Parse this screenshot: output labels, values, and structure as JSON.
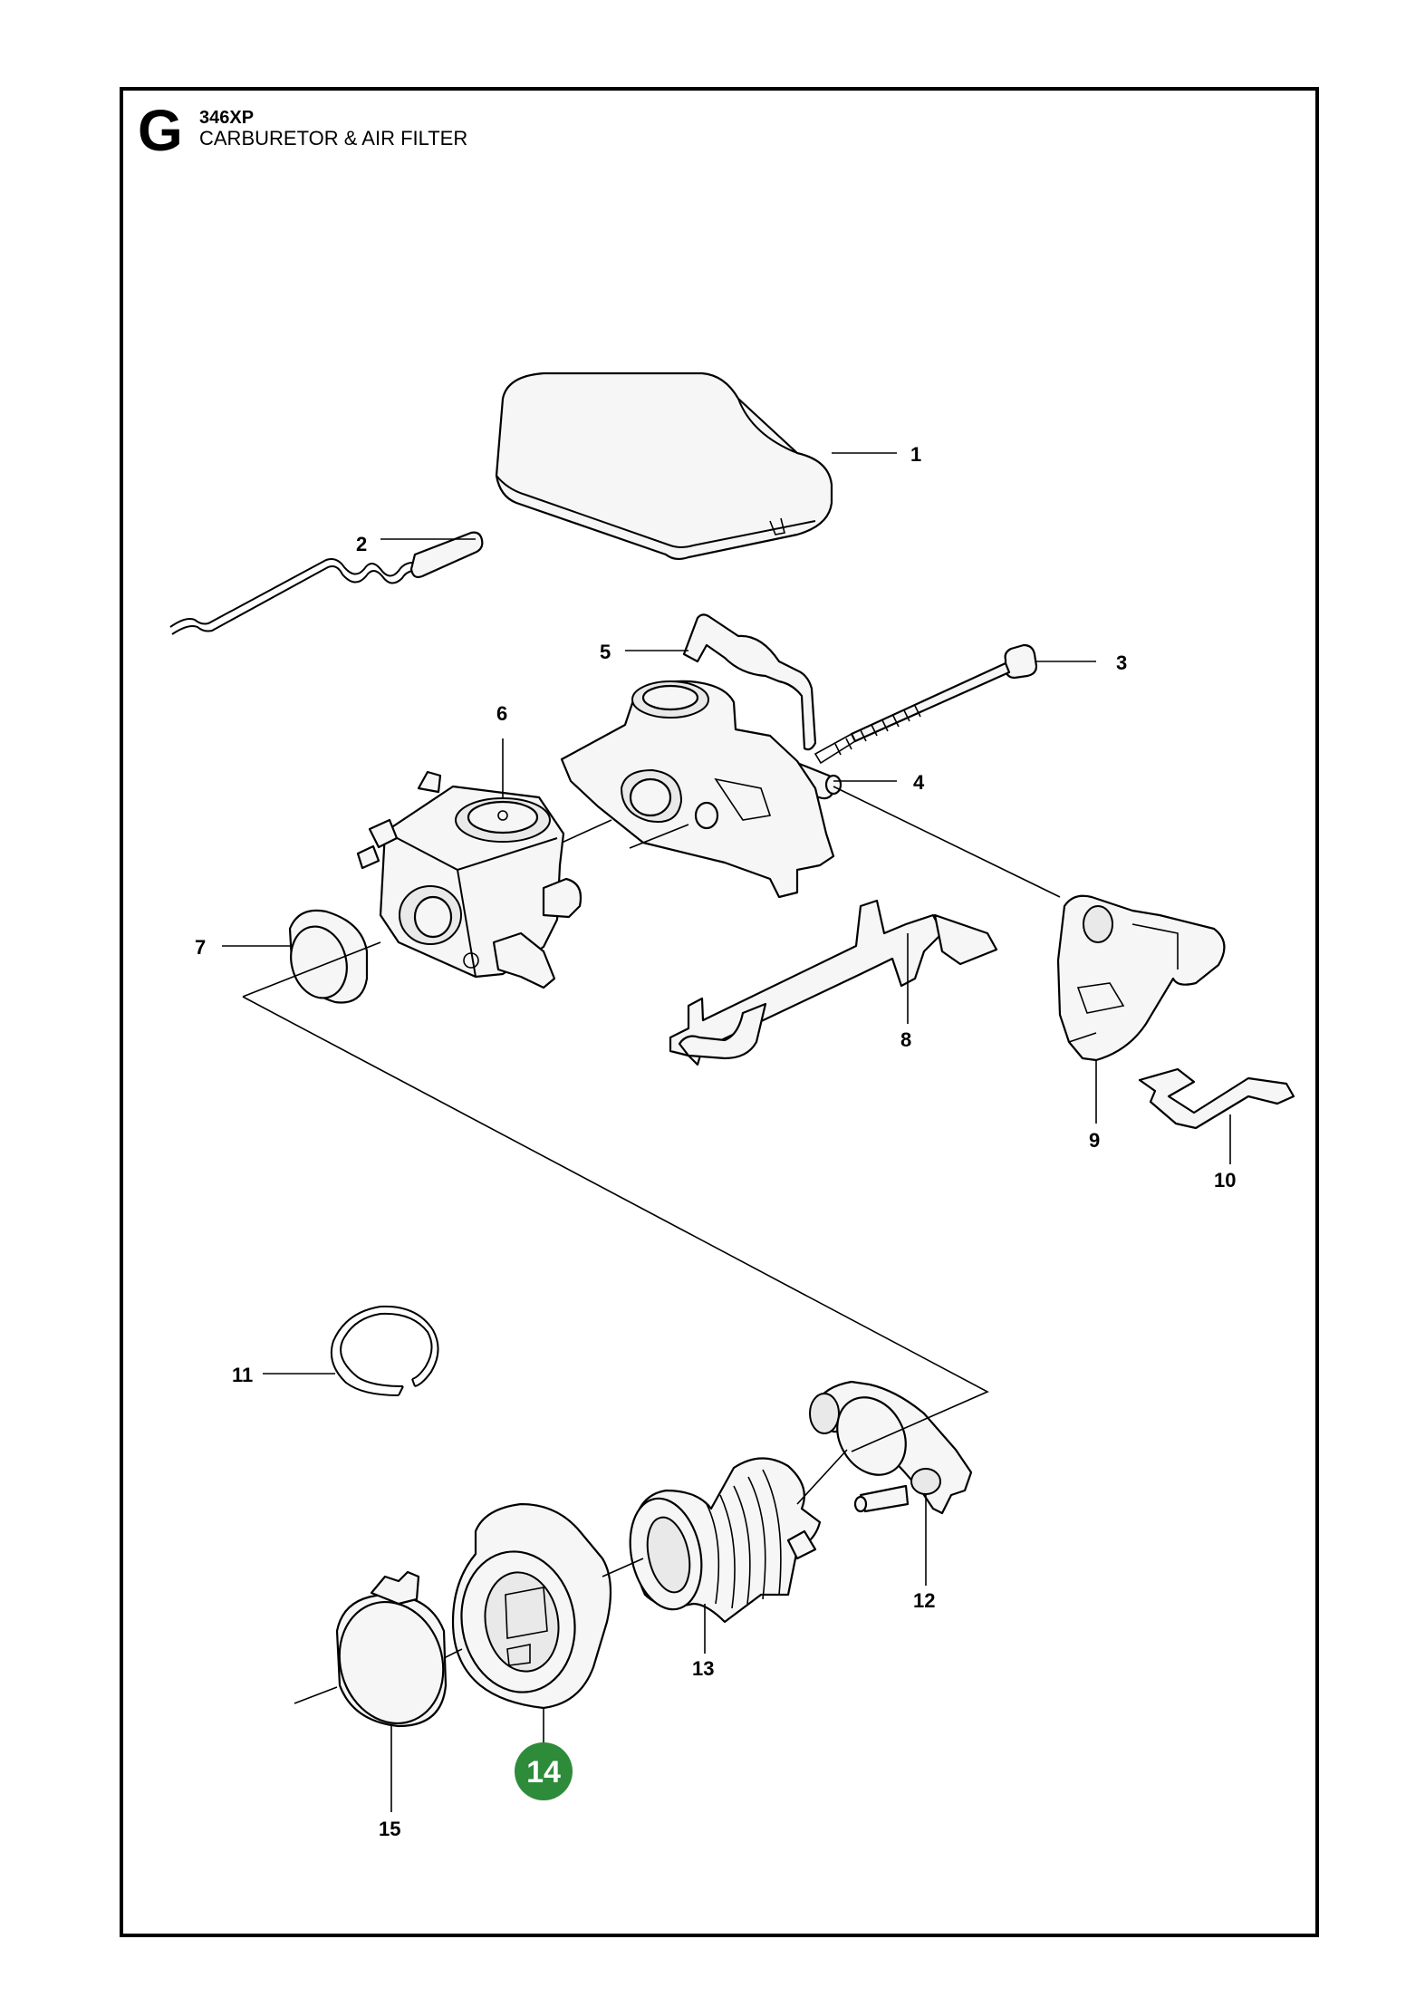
{
  "header": {
    "section_letter": "G",
    "model": "346XP",
    "title": "CARBURETOR & AIR FILTER"
  },
  "callouts": [
    {
      "id": "1",
      "label": "1"
    },
    {
      "id": "2",
      "label": "2"
    },
    {
      "id": "3",
      "label": "3"
    },
    {
      "id": "4",
      "label": "4"
    },
    {
      "id": "5",
      "label": "5"
    },
    {
      "id": "6",
      "label": "6"
    },
    {
      "id": "7",
      "label": "7"
    },
    {
      "id": "8",
      "label": "8"
    },
    {
      "id": "9",
      "label": "9"
    },
    {
      "id": "10",
      "label": "10"
    },
    {
      "id": "11",
      "label": "11"
    },
    {
      "id": "12",
      "label": "12"
    },
    {
      "id": "13",
      "label": "13"
    },
    {
      "id": "14",
      "label": "14"
    },
    {
      "id": "15",
      "label": "15"
    }
  ],
  "highlighted_part": "14",
  "colors": {
    "highlight": "#2e8b3a",
    "line": "#000000",
    "background": "#ffffff"
  }
}
